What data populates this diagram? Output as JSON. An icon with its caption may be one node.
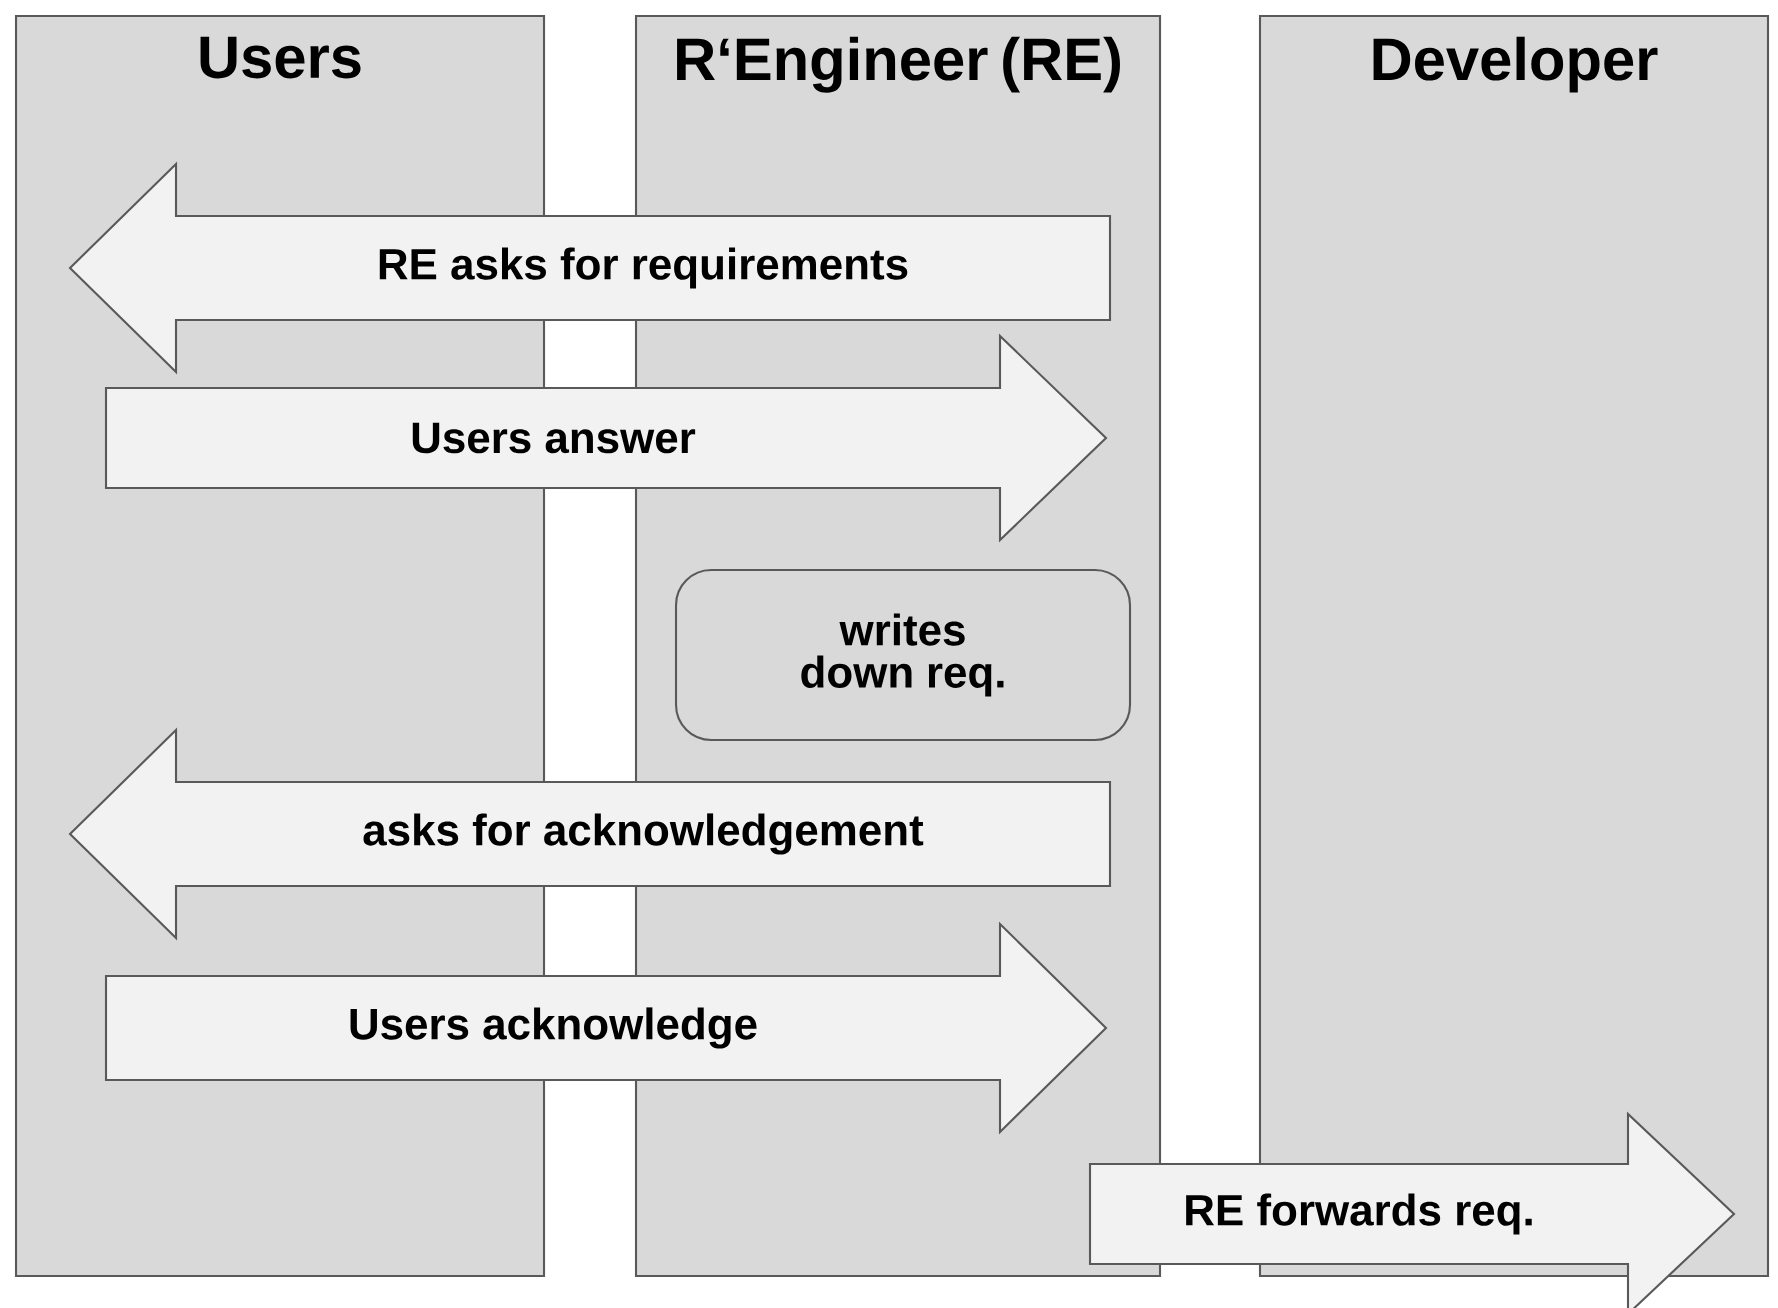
{
  "diagram": {
    "nodes": [
      {
        "text": [
          "Users"
        ]
      },
      {
        "text": [
          "R‘Engineer (RE)"
        ]
      },
      {
        "text": [
          "Developer"
        ]
      },
      {
        "text": [
          "writes down req."
        ],
        "in": 1
      }
    ],
    "edges": [
      {
        "from": 1,
        "to": 0,
        "arrow": "to",
        "label": "RE asks for requirements"
      },
      {
        "from": 0,
        "to": 1,
        "arrow": "to",
        "label": "Users answer"
      },
      {
        "from": 1,
        "to": 0,
        "arrow": "to",
        "label": "asks for acknowledgement"
      },
      {
        "from": 0,
        "to": 1,
        "arrow": "to",
        "label": "Users acknowledge"
      },
      {
        "from": 1,
        "to": 2,
        "arrow": "to",
        "label": "RE forwards req."
      }
    ]
  }
}
